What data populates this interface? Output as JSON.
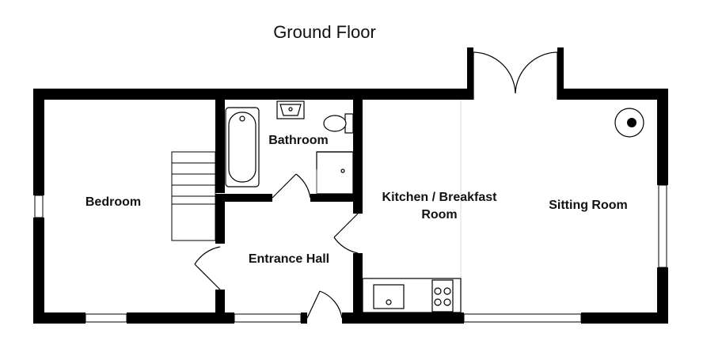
{
  "title": "Ground Floor",
  "rooms": {
    "bedroom": "Bedroom",
    "bathroom": "Bathroom",
    "kitchen_line1": "Kitchen / Breakfast",
    "kitchen_line2": "Room",
    "sitting": "Sitting Room",
    "hall": "Entrance Hall"
  },
  "colors": {
    "wall": "#000000",
    "fixture": "#333333",
    "background": "#ffffff"
  }
}
